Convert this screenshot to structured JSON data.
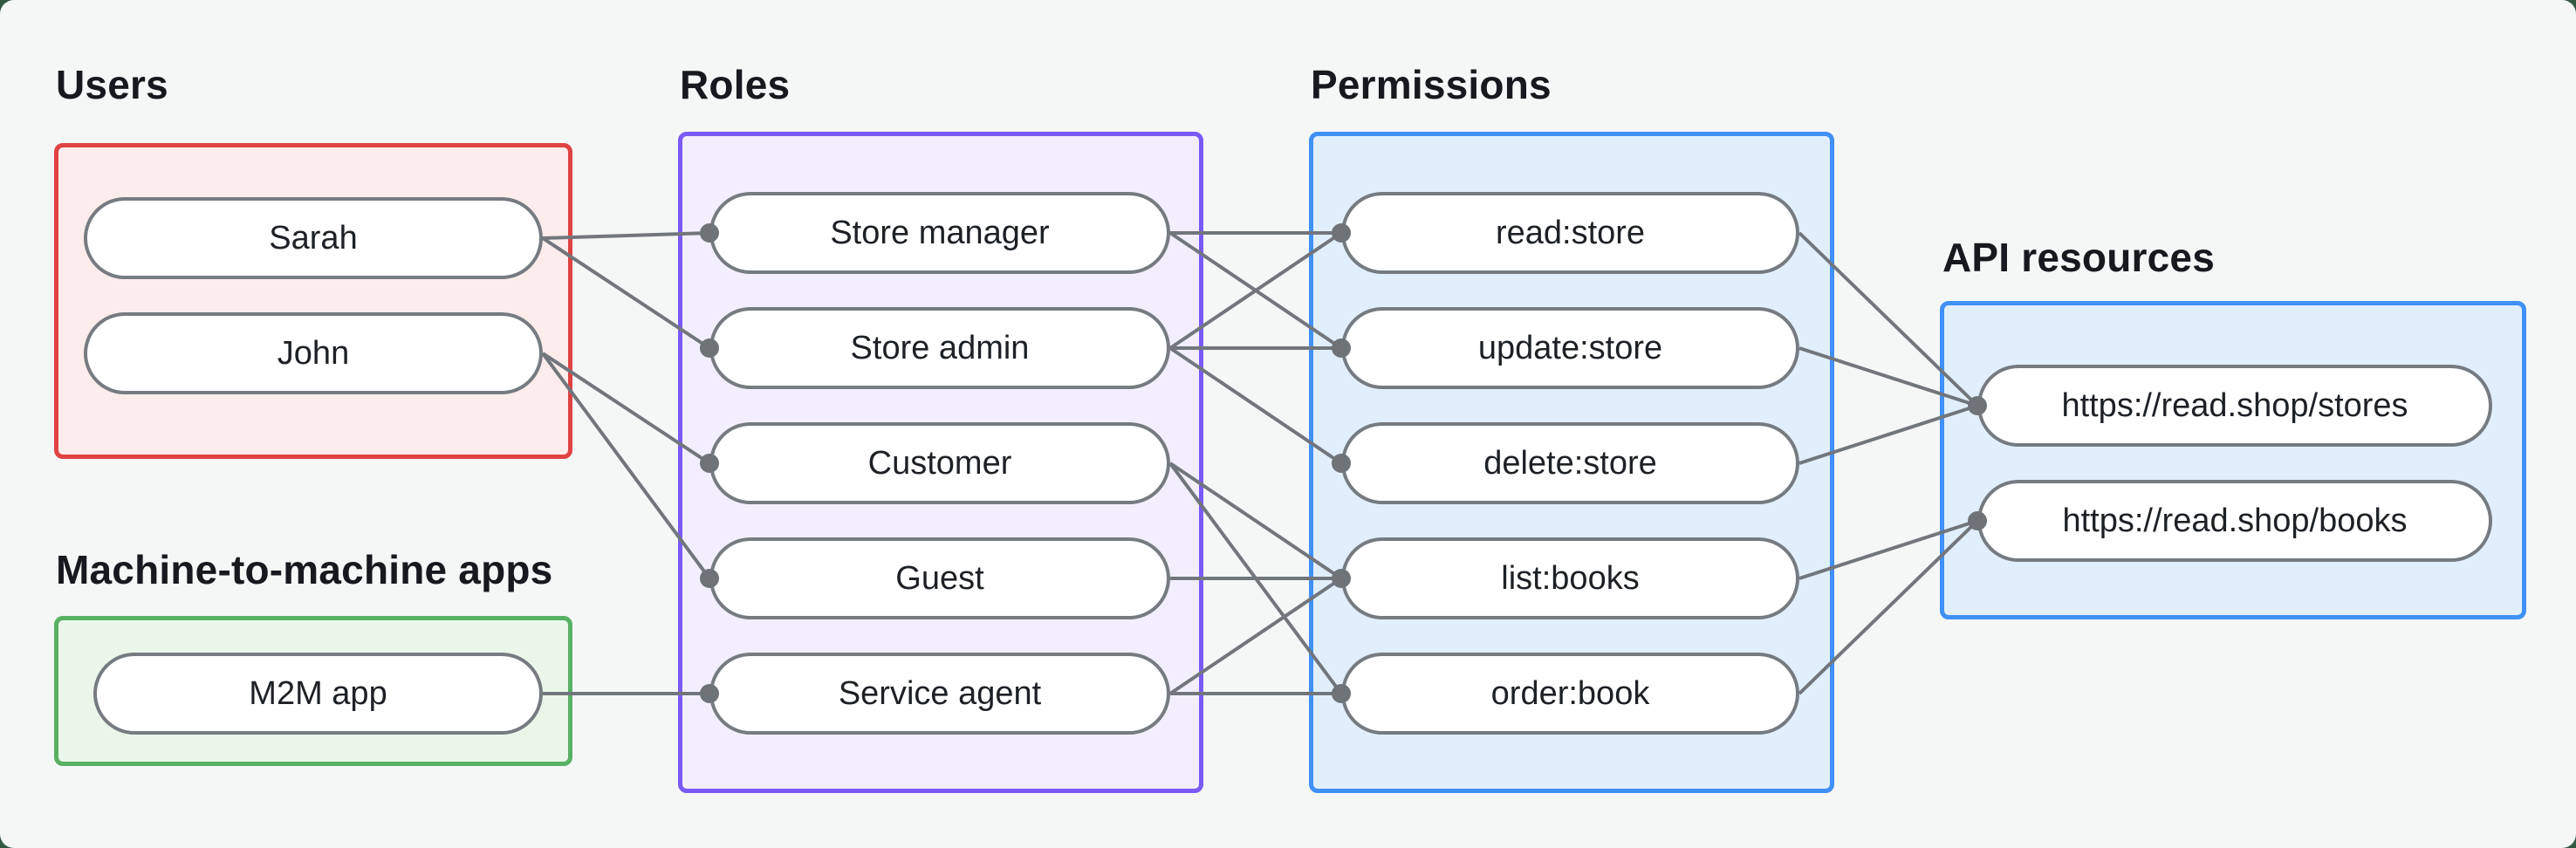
{
  "diagram": {
    "title_hint": "Role-based access control diagram",
    "groups": [
      {
        "id": "users",
        "label": "Users",
        "border_color": "#e04343",
        "fill_color": "#fdecec",
        "items": [
          "Sarah",
          "John"
        ]
      },
      {
        "id": "m2m",
        "label": "Machine-to-machine apps",
        "border_color": "#57b163",
        "fill_color": "#eaf6ea",
        "items": [
          "M2M app"
        ]
      },
      {
        "id": "roles",
        "label": "Roles",
        "border_color": "#7a5af5",
        "fill_color": "#f3eefd",
        "items": [
          "Store manager",
          "Store admin",
          "Customer",
          "Guest",
          "Service agent"
        ]
      },
      {
        "id": "permissions",
        "label": "Permissions",
        "border_color": "#4090f7",
        "fill_color": "#e1effd",
        "items": [
          "read:store",
          "update:store",
          "delete:store",
          "list:books",
          "order:book"
        ]
      },
      {
        "id": "resources",
        "label": "API resources",
        "border_color": "#4090f7",
        "fill_color": "#e1effd",
        "items": [
          "https://read.shop/stores",
          "https://read.shop/books"
        ]
      }
    ],
    "edges": [
      [
        "Sarah",
        "Store manager"
      ],
      [
        "Sarah",
        "Store admin"
      ],
      [
        "John",
        "Customer"
      ],
      [
        "John",
        "Guest"
      ],
      [
        "M2M app",
        "Service agent"
      ],
      [
        "Store manager",
        "read:store"
      ],
      [
        "Store manager",
        "update:store"
      ],
      [
        "Store admin",
        "read:store"
      ],
      [
        "Store admin",
        "update:store"
      ],
      [
        "Store admin",
        "delete:store"
      ],
      [
        "Customer",
        "list:books"
      ],
      [
        "Customer",
        "order:book"
      ],
      [
        "Guest",
        "list:books"
      ],
      [
        "Service agent",
        "list:books"
      ],
      [
        "Service agent",
        "order:book"
      ],
      [
        "read:store",
        "https://read.shop/stores"
      ],
      [
        "update:store",
        "https://read.shop/stores"
      ],
      [
        "delete:store",
        "https://read.shop/stores"
      ],
      [
        "list:books",
        "https://read.shop/books"
      ],
      [
        "order:book",
        "https://read.shop/books"
      ]
    ],
    "colors": {
      "edge": "#71767c",
      "edge_dot": "#6e7378",
      "pill_border": "#767b81",
      "pill_fill": "#ffffff",
      "text": "#16191d",
      "canvas_background": "#f5f6f6",
      "outer_background": "#355844"
    }
  }
}
